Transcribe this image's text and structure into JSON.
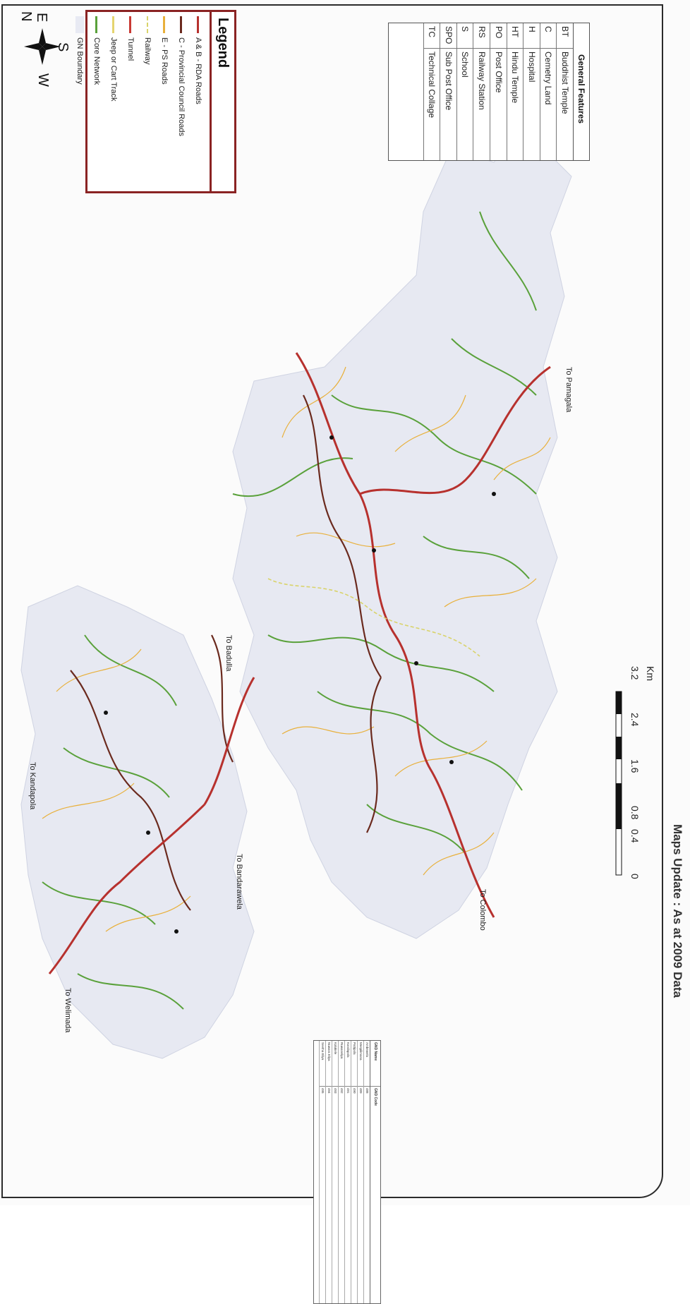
{
  "legend": {
    "title": "Legend",
    "items": [
      {
        "label": "A & B - RDA Roads",
        "color": "#b7312e"
      },
      {
        "label": "C - Provincial Council Roads",
        "color": "#6b2a1e"
      },
      {
        "label": "E - PS Roads",
        "color": "#e8b03b"
      },
      {
        "label": "Railway",
        "color": "#d9d36a"
      },
      {
        "label": "Tunnel",
        "color": "#c93a34"
      },
      {
        "label": "Jeep or Cart Track",
        "color": "#e5d46f"
      },
      {
        "label": "Core Network",
        "color": "#5aa13b"
      },
      {
        "label": "GN Boundary",
        "color": "#dfe2ee"
      }
    ]
  },
  "general_features": {
    "title": "General Features",
    "rows": [
      {
        "code": "BT",
        "label": "Buddhist Temple"
      },
      {
        "code": "C",
        "label": "Cemetry Land"
      },
      {
        "code": "H",
        "label": "Hospital"
      },
      {
        "code": "HT",
        "label": "Hindu Temple"
      },
      {
        "code": "PO",
        "label": "Post Office"
      },
      {
        "code": "RS",
        "label": "Railway Station"
      },
      {
        "code": "S",
        "label": "School"
      },
      {
        "code": "SPO",
        "label": "Sub Post Office"
      },
      {
        "code": "TC",
        "label": "Technical Collage"
      }
    ]
  },
  "compass": {
    "n": "N",
    "e": "E",
    "w": "W",
    "s": "S"
  },
  "scale": {
    "ticks": [
      "0",
      "0.4",
      "0.8",
      "1.6",
      "2.4",
      "3.2"
    ],
    "unit": "Km"
  },
  "footer": {
    "note": "Maps Update : As at 2009 Data"
  },
  "places": {
    "pamagala": "To Pamagala",
    "badulla": "To Badulla",
    "kandapola": "To Kandapola",
    "bandarawela": "To Bandarawela",
    "welimada": "To Welimada",
    "colombo": "To Colombo"
  },
  "gn_table": {
    "headers": [
      "GND Name",
      "GND Code"
    ],
    "rows": [
      {
        "name": "Ambewela",
        "code": "488"
      },
      {
        "name": "Meepilimana",
        "code": "489"
      },
      {
        "name": "Pattipola",
        "code": "490"
      },
      {
        "name": "Kandapola",
        "code": "491"
      },
      {
        "name": "Ruwaneliya",
        "code": "492"
      },
      {
        "name": "Kalukele",
        "code": "493"
      },
      {
        "name": "Nuwara Eliya",
        "code": "494"
      },
      {
        "name": "Seetha Eliya",
        "code": "495"
      }
    ]
  },
  "colors": {
    "map_fill": "#e7e9f2",
    "rda": "#b7312e",
    "pc": "#6b2a1e",
    "ps": "#e8b03b",
    "core": "#5aa13b"
  }
}
